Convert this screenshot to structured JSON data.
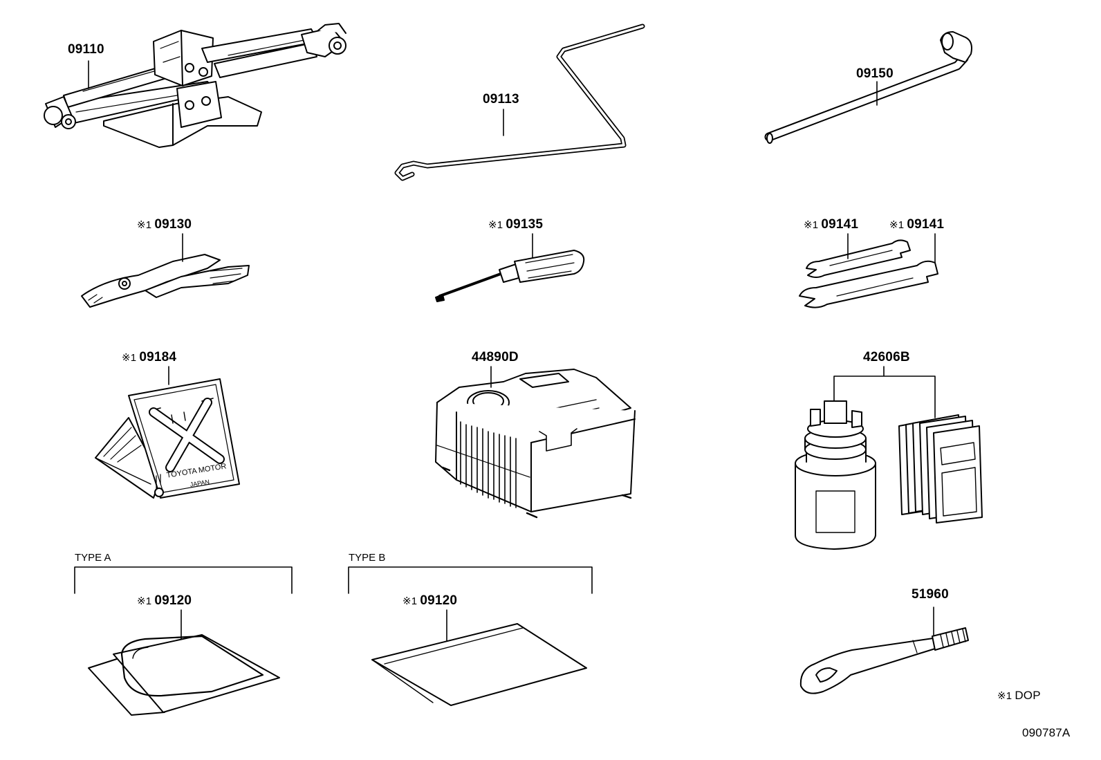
{
  "diagram": {
    "figure_code": "090787A",
    "note_mark": "※1",
    "legend": {
      "mark": "※1",
      "text": "DOP"
    },
    "groups": [
      {
        "label": "TYPE A"
      },
      {
        "label": "TYPE B"
      }
    ],
    "parts": [
      {
        "number": "09110",
        "dop": false,
        "item": "scissor-jack"
      },
      {
        "number": "09113",
        "dop": false,
        "item": "jack-handle-rod"
      },
      {
        "number": "09150",
        "dop": false,
        "item": "lug-wrench"
      },
      {
        "number": "09130",
        "dop": true,
        "item": "pliers"
      },
      {
        "number": "09135",
        "dop": true,
        "item": "screwdriver"
      },
      {
        "number": "09141",
        "dop": true,
        "item": "spanner-small"
      },
      {
        "number": "09141",
        "dop": true,
        "item": "spanner-large"
      },
      {
        "number": "09184",
        "dop": true,
        "item": "warning-triangle-plate"
      },
      {
        "number": "44890D",
        "dop": false,
        "item": "tire-inflator-compressor"
      },
      {
        "number": "42606B",
        "dop": false,
        "item": "tire-sealant-kit"
      },
      {
        "number": "09120",
        "dop": true,
        "item": "tool-bag-type-a"
      },
      {
        "number": "09120",
        "dop": true,
        "item": "tool-bag-type-b"
      },
      {
        "number": "51960",
        "dop": false,
        "item": "towing-eye"
      }
    ],
    "plate_text": {
      "line1": "TOYOTA MOTOR",
      "line2": "JAPAN"
    }
  }
}
